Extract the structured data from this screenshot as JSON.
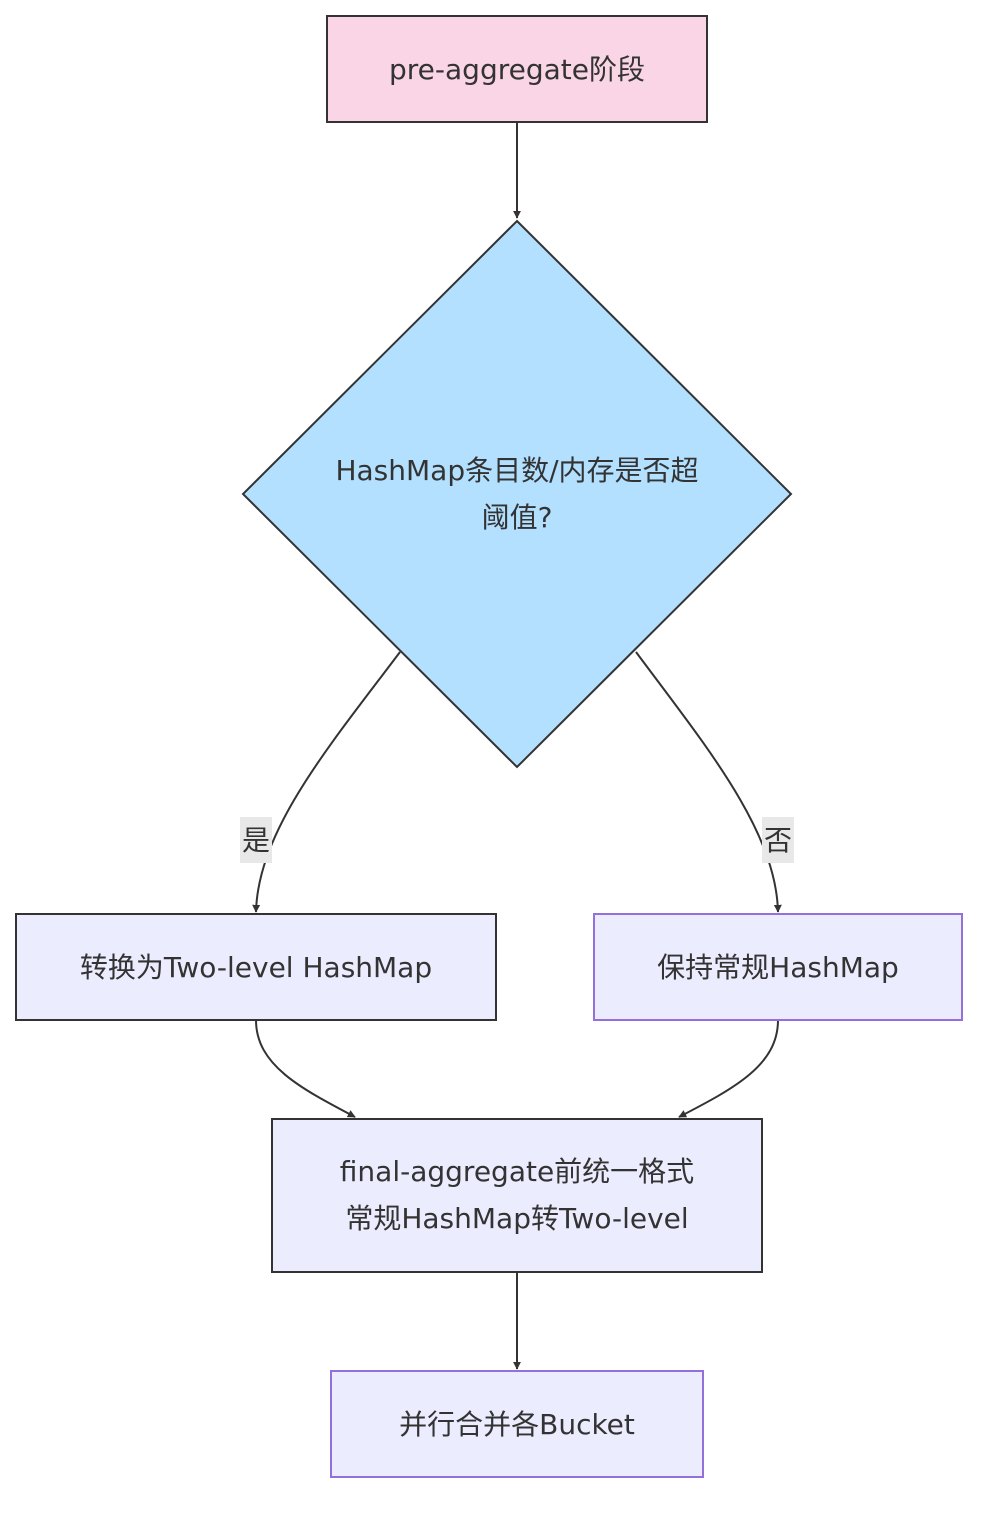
{
  "nodes": {
    "pre_aggregate": {
      "label": "pre-aggregate阶段",
      "fill": "#f9d5e5",
      "stroke": "#333333"
    },
    "threshold_check": {
      "label_line1": "HashMap条目数/内存是否超",
      "label_line2": "阈值?",
      "fill": "#b3e0ff",
      "stroke": "#333333"
    },
    "convert_two_level": {
      "label": "转换为Two-level HashMap",
      "fill": "#ececff",
      "stroke": "#333333"
    },
    "keep_regular": {
      "label": "保持常规HashMap",
      "fill": "#ececff",
      "stroke": "#9370db"
    },
    "final_aggregate": {
      "label_line1": "final-aggregate前统一格式",
      "label_line2": "常规HashMap转Two-level",
      "fill": "#ececff",
      "stroke": "#333333"
    },
    "parallel_merge": {
      "label": "并行合并各Bucket",
      "fill": "#ececff",
      "stroke": "#9370db"
    }
  },
  "edges": {
    "yes_label": "是",
    "no_label": "否"
  }
}
